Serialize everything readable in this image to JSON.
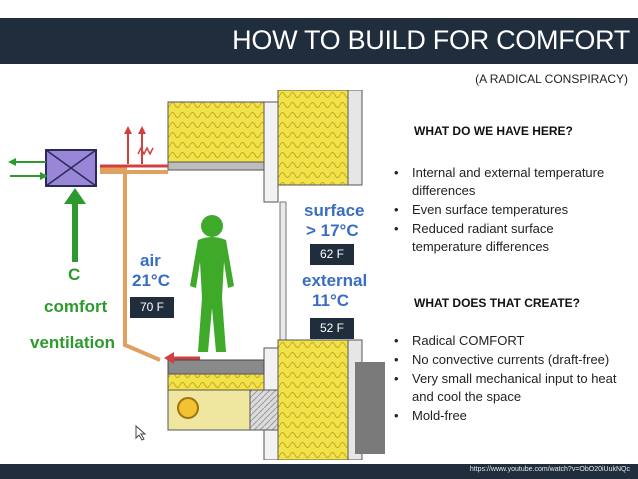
{
  "header": {
    "title": "HOW TO BUILD FOR COMFORT",
    "subtitle": "(A RADICAL CONSPIRACY)"
  },
  "diagram": {
    "label_surface": "surface",
    "label_surface_value": "> 17°C",
    "label_external": "external",
    "label_external_value": "11°C",
    "label_air": "air",
    "label_air_value": "21°C",
    "label_c": "C",
    "label_comfort": "comfort",
    "label_ventilation": "ventilation",
    "box_62": "62 F",
    "box_70": "70 F",
    "box_52": "52 F",
    "colors": {
      "insulation": "#f2e24a",
      "text_blue": "#3a6ec2",
      "text_green": "#2e9a2e",
      "person": "#3faa2a",
      "duct": "#e0a060",
      "wall_grey": "#8a8a8a",
      "heat_exchanger": "#9a86d6"
    }
  },
  "section1": {
    "heading": "WHAT DO WE HAVE HERE?",
    "items": [
      "Internal and external temperature differences",
      "Even surface temperatures",
      "Reduced radiant surface temperature differences"
    ]
  },
  "section2": {
    "heading": "WHAT DOES THAT CREATE?",
    "items": [
      "Radical COMFORT",
      "No convective currents (draft-free)",
      "Very small mechanical input to heat and cool the space",
      "Mold-free"
    ]
  },
  "footer": {
    "url": "https://www.youtube.com/watch?v=ObO20iUukNQc"
  }
}
